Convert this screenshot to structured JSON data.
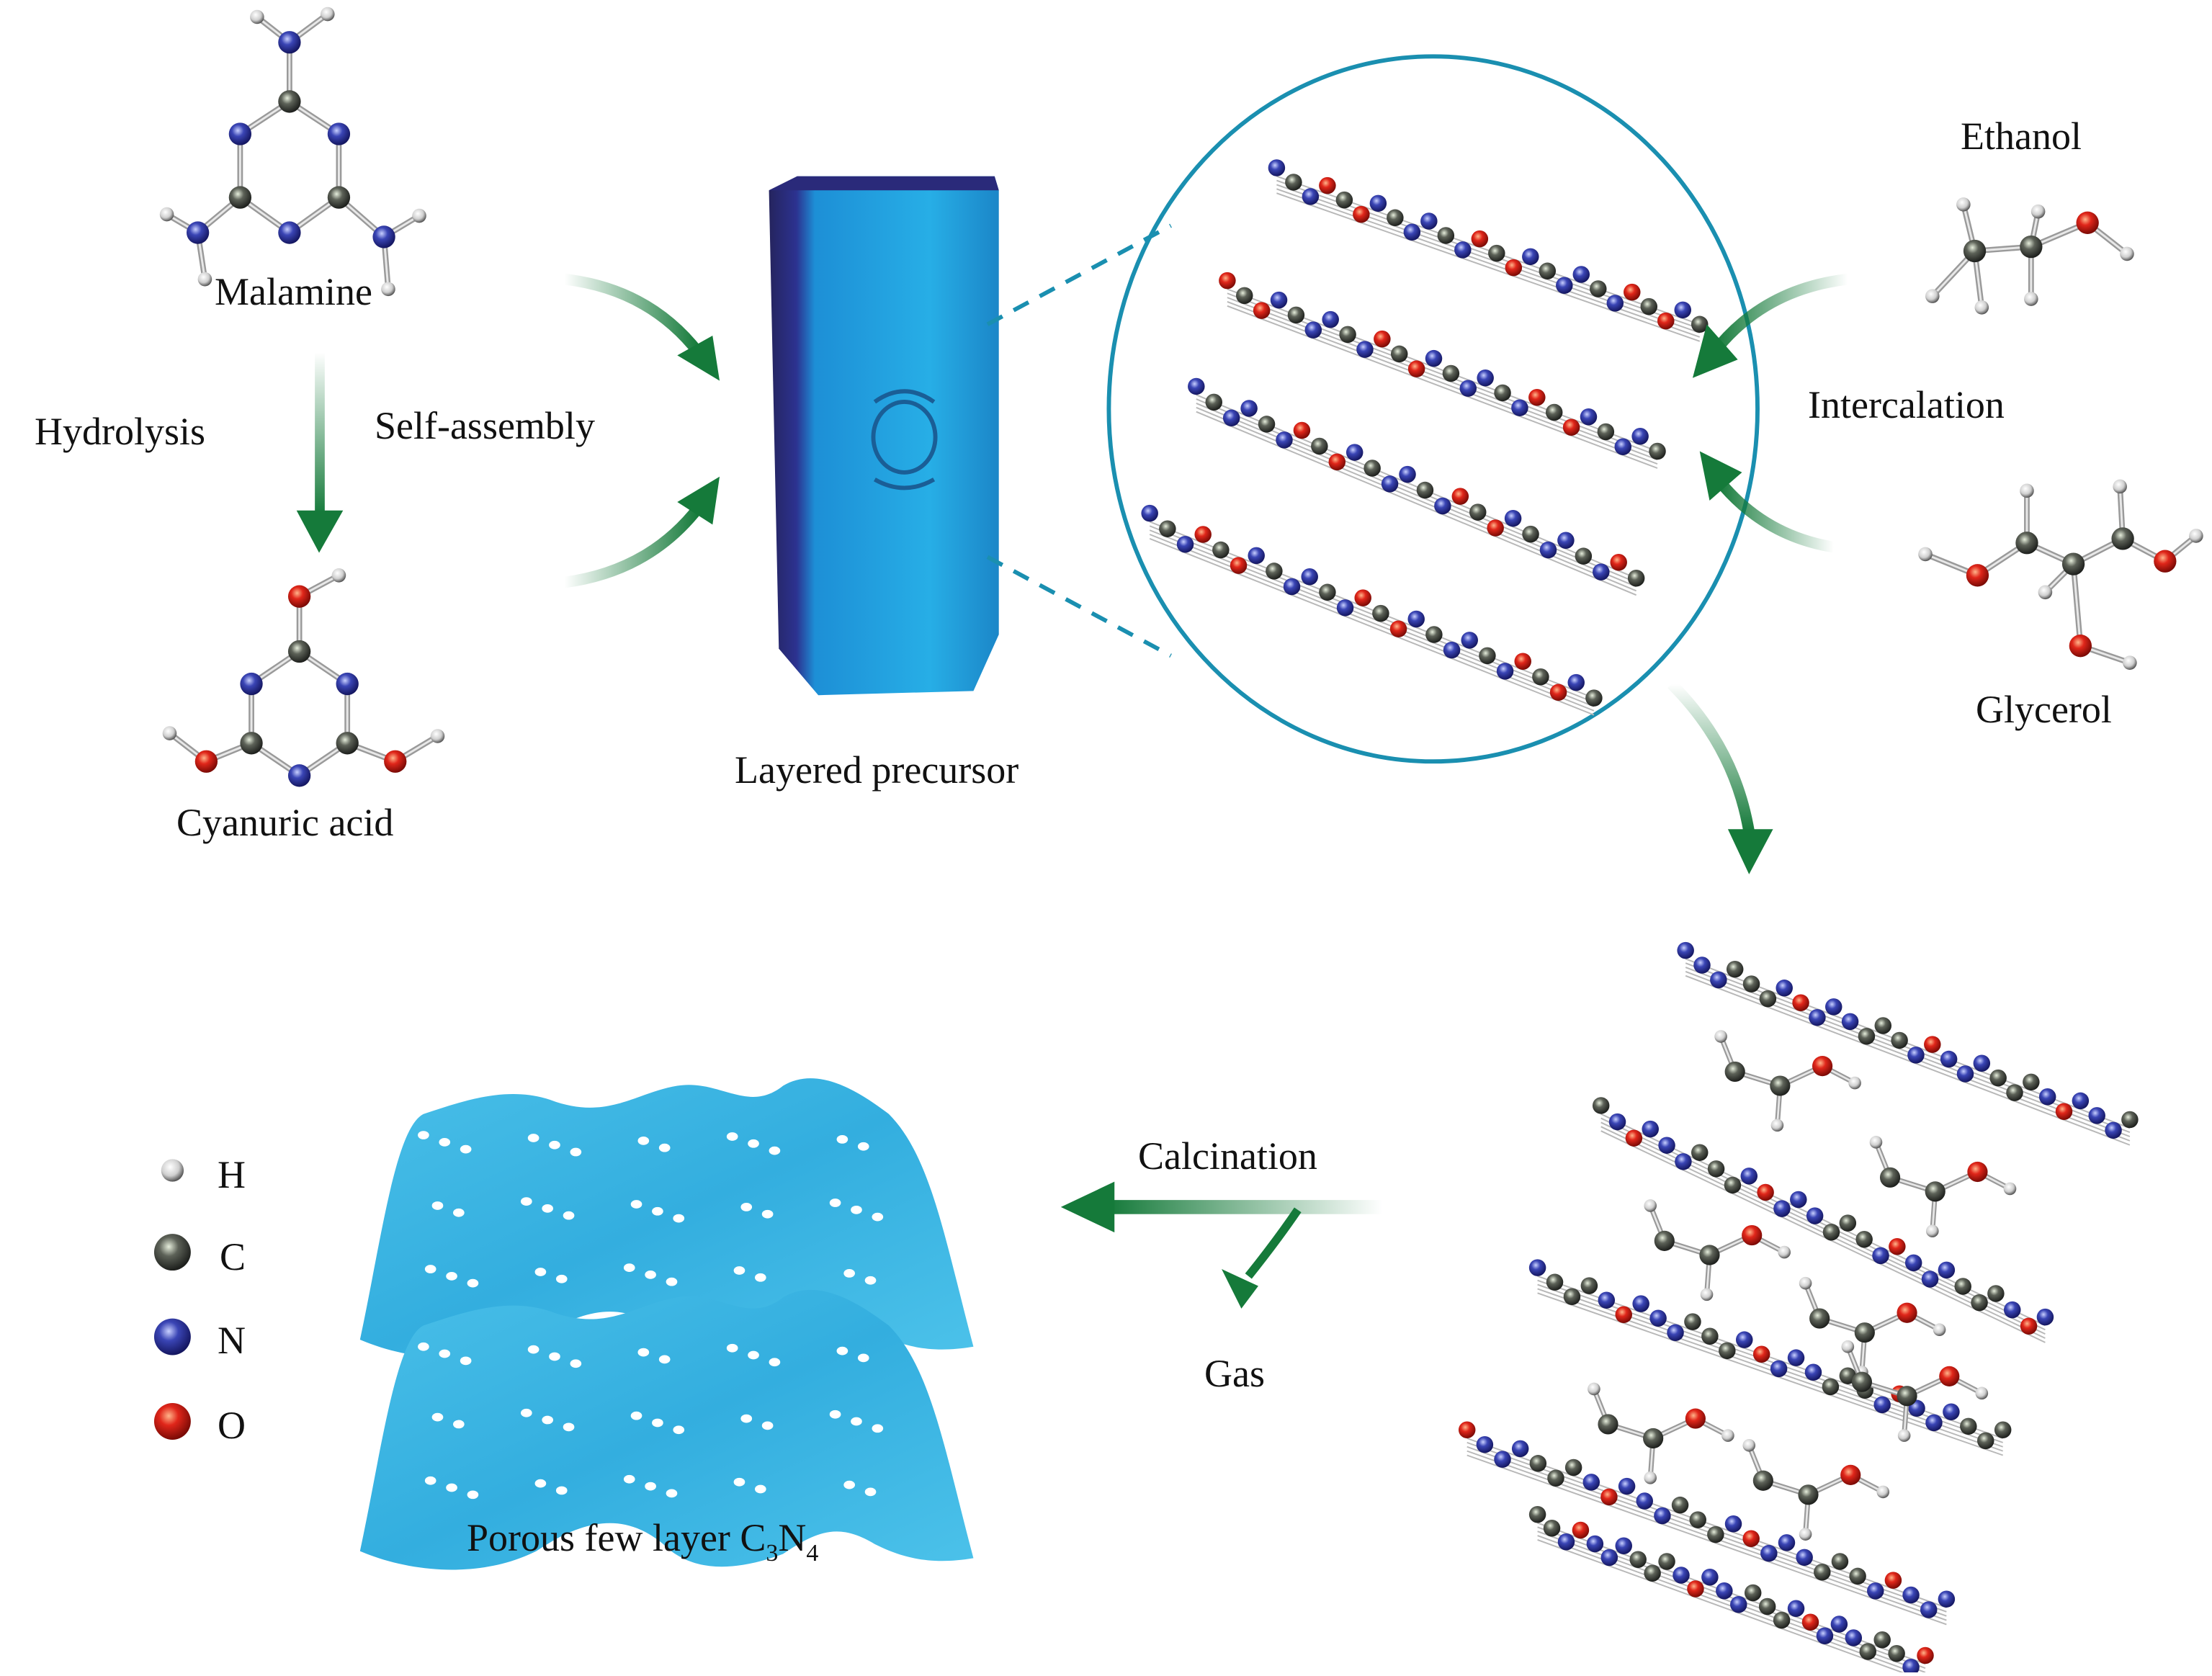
{
  "title": "Synthesis of porous few-layer C3N4 via layered precursor intercalation",
  "labels": {
    "melamine": "Malamine",
    "hydrolysis": "Hydrolysis",
    "self_assembly": "Self-assembly",
    "cyanuric_acid": "Cyanuric acid",
    "layered_precursor": "Layered precursor",
    "ethanol": "Ethanol",
    "intercalation": "Intercalation",
    "glycerol": "Glycerol",
    "calcination": "Calcination",
    "gas": "Gas",
    "product_prefix": "Porous few layer C",
    "product_sub1": "3",
    "product_mid": "N",
    "product_sub2": "4"
  },
  "legend": [
    {
      "element": "H",
      "color": "#d8d8d8"
    },
    {
      "element": "C",
      "color": "#555b55"
    },
    {
      "element": "N",
      "color": "#2a2f95"
    },
    {
      "element": "O",
      "color": "#d81e10"
    }
  ],
  "colors": {
    "arrow": "#157a3a",
    "circle": "#1a8fb0",
    "crystal_light": "#1fa6e0",
    "crystal_dark": "#2a2a7a",
    "sheet": "#3cb6e3"
  }
}
